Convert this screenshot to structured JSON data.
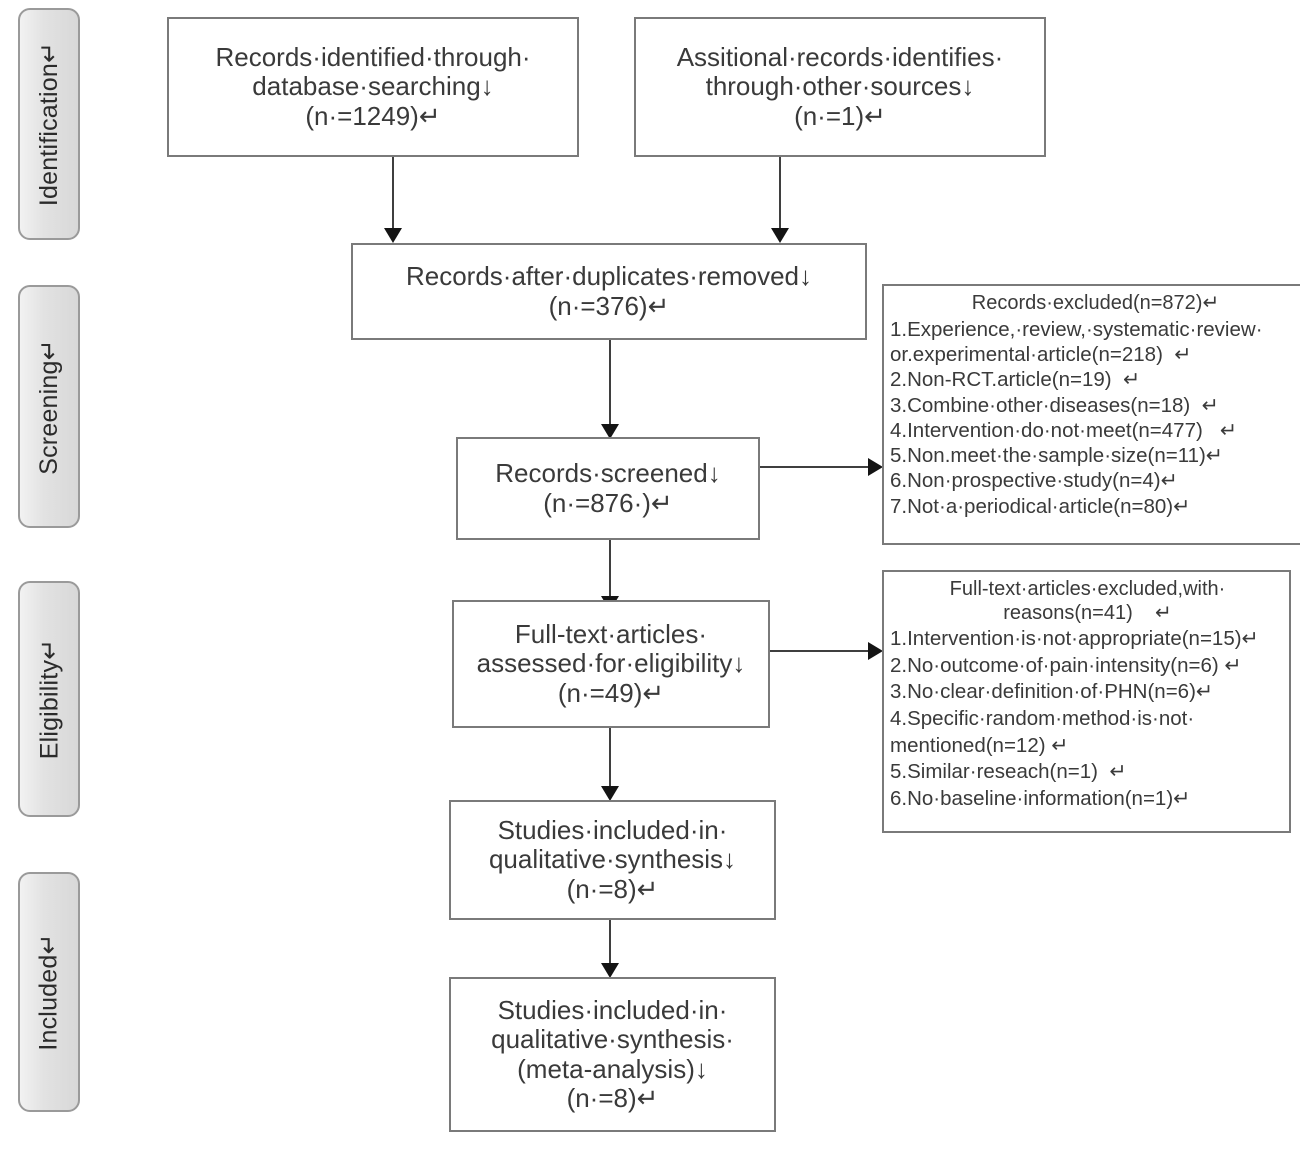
{
  "diagram": {
    "title": "PRISMA study selection flow diagram",
    "stages": [
      {
        "id": "identification",
        "label": "Identification↵"
      },
      {
        "id": "screening",
        "label": "Screening↵"
      },
      {
        "id": "eligibility",
        "label": "Eligibility↵"
      },
      {
        "id": "included",
        "label": "Included↵"
      }
    ],
    "boxes": [
      {
        "id": "records-identified-database",
        "text": "Records·identified·through·\ndatabase·searching↓\n(n·=1249)↵",
        "n": 1249
      },
      {
        "id": "additional-records-other-sources",
        "text": "Assitional·records·identifies·\nthrough·other·sources↓\n(n·=1)↵",
        "n": 1
      },
      {
        "id": "records-after-duplicates-removed",
        "text": "Records·after·duplicates·removed↓\n(n·=376)↵",
        "n": 376
      },
      {
        "id": "records-screened",
        "text": "Records·screened↓\n(n·=876·)↵",
        "n": 876
      },
      {
        "id": "full-text-assessed",
        "text": "Full-text·articles·\nassessed·for·eligibility↓\n(n·=49)↵",
        "n": 49
      },
      {
        "id": "studies-qualitative-synthesis",
        "text": "Studies·included·in·\nqualitative·synthesis↓\n(n·=8)↵",
        "n": 8
      },
      {
        "id": "studies-meta-analysis",
        "text": "Studies·included·in·\nqualitative·synthesis·\n(meta-analysis)↓\n(n·=8)↵",
        "n": 8
      }
    ],
    "exclusion_panels": [
      {
        "id": "records-excluded",
        "heading": "Records·excluded(n=872)↵",
        "total": 872,
        "reasons": [
          "1.Experience,·review,·systematic·review·\nor.experimental·article(n=218)  ↵",
          "2.Non-RCT.article(n=19)  ↵",
          "3.Combine·other·diseases(n=18)  ↵",
          "4.Intervention·do·not·meet(n=477)   ↵",
          "5.Non.meet·the·sample·size(n=11)↵",
          "6.Non·prospective·study(n=4)↵",
          "7.Not·a·periodical·article(n=80)↵"
        ]
      },
      {
        "id": "full-text-excluded",
        "heading": "Full-text·articles·excluded,with·\nreasons(n=41)    ↵",
        "total": 41,
        "reasons": [
          "1.Intervention·is·not·appropriate(n=15)↵",
          "2.No·outcome·of·pain·intensity(n=6) ↵",
          "3.No·clear·definition·of·PHN(n=6)↵",
          "4.Specific·random·method·is·not·\nmentioned(n=12) ↵",
          "5.Similar·reseach(n=1)  ↵",
          "6.No·baseline·information(n=1)↵"
        ]
      }
    ],
    "colors": {
      "box_border": "#7a7a7a",
      "pill_border": "#9a9a9a",
      "pill_fill": "#e4e4e4",
      "connector": "#3f3f3f",
      "text": "#3a3a3a",
      "background": "#ffffff"
    }
  }
}
